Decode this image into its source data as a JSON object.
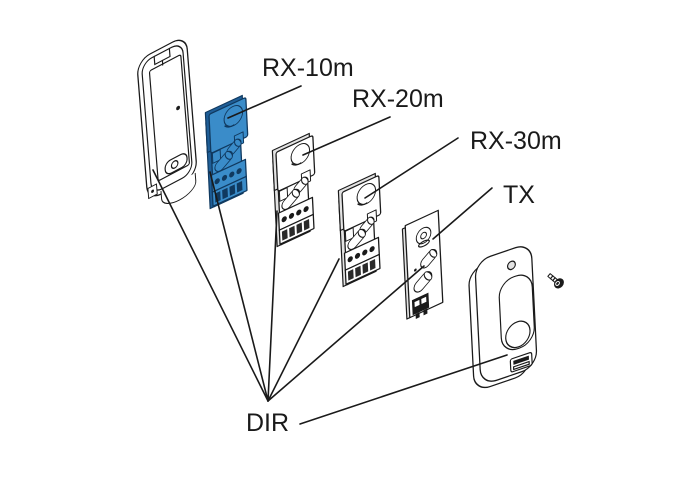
{
  "diagram": {
    "callouts": {
      "rx10": "RX-10m",
      "rx20": "RX-20m",
      "rx30": "RX-30m",
      "tx": "TX",
      "dir": "DIR"
    }
  },
  "colors": {
    "background": "#ffffff",
    "line_ink": "#1a1a1a",
    "module_highlight": "#3a8cc9",
    "module_highlight_dark": "#1f5e97",
    "module_highlight_deep": "#10395f",
    "module_body": "#ffffff",
    "module_shade": "#e3e3e3"
  }
}
